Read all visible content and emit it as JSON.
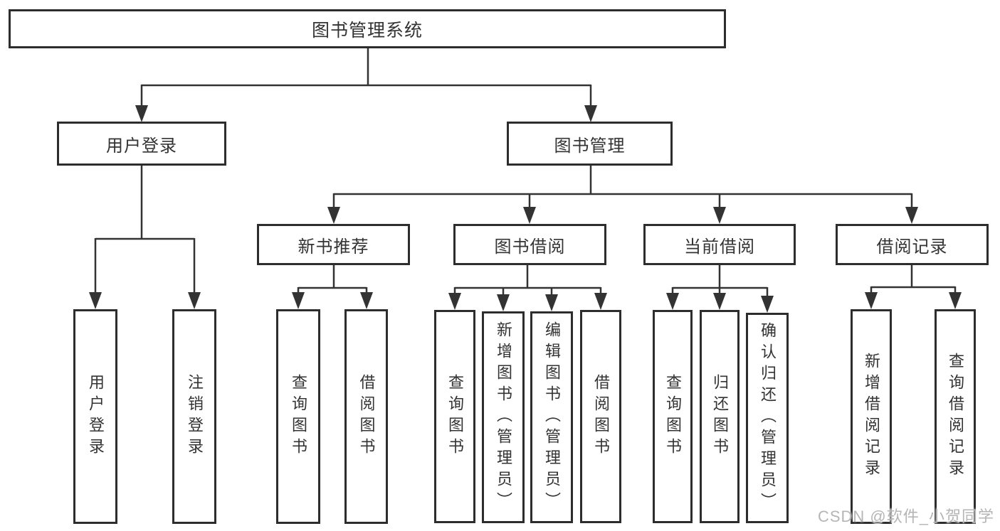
{
  "diagram": {
    "root": {
      "label": "图书管理系统",
      "children": [
        {
          "label": "用户登录",
          "children": [
            {
              "label": "用户登录"
            },
            {
              "label": "注销登录"
            }
          ]
        },
        {
          "label": "图书管理",
          "children": [
            {
              "label": "新书推荐",
              "children": [
                {
                  "label": "查询图书"
                },
                {
                  "label": "借阅图书"
                }
              ]
            },
            {
              "label": "图书借阅",
              "children": [
                {
                  "label": "查询图书"
                },
                {
                  "label": "新增图书（管理员）"
                },
                {
                  "label": "编辑图书（管理员）"
                },
                {
                  "label": "借阅图书"
                }
              ]
            },
            {
              "label": "当前借阅",
              "children": [
                {
                  "label": "查询图书"
                },
                {
                  "label": "归还图书"
                },
                {
                  "label": "确认归还（管理员）"
                }
              ]
            },
            {
              "label": "借阅记录",
              "children": [
                {
                  "label": "新增借阅记录"
                },
                {
                  "label": "查询借阅记录"
                }
              ]
            }
          ]
        }
      ]
    }
  },
  "watermark": {
    "text": "CSDN @软件_小贺同学"
  },
  "colors": {
    "line": "#333333",
    "box_border": "#2d2d2d",
    "box_fill": "#ffffff",
    "text": "#333333",
    "watermark": "#b5b5b5",
    "background": "#ffffff"
  }
}
